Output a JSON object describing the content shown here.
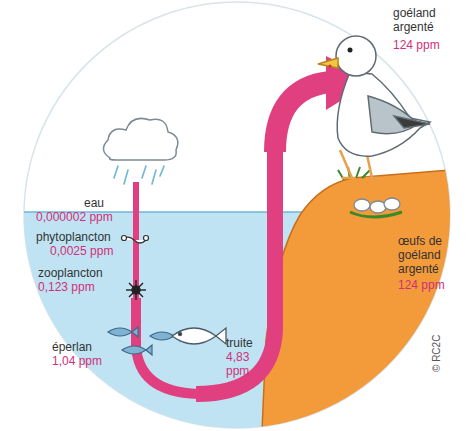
{
  "diagram": {
    "labels": [
      "eau",
      "0,000002 ppm",
      "phytoplancton",
      "0,0025 ppm",
      "zooplancton",
      "0,123 ppm",
      "éperlan",
      "1,04 ppm",
      "truite",
      "4,83 ppm",
      "goéland argenté",
      "124 ppm",
      "œufs de goéland argenté",
      "124 ppm",
      "© RC2C"
    ]
  }
}
